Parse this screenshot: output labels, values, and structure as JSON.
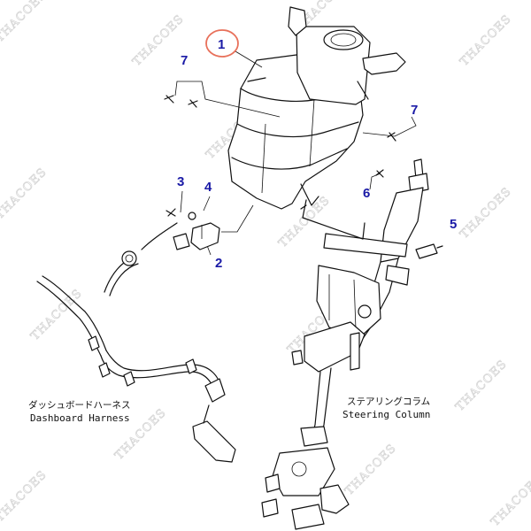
{
  "watermark": {
    "text": "THACOES"
  },
  "callouts": [
    {
      "label": "1",
      "highlighted": true
    },
    {
      "label": "7"
    },
    {
      "label": "7"
    },
    {
      "label": "3"
    },
    {
      "label": "4"
    },
    {
      "label": "6"
    },
    {
      "label": "5"
    },
    {
      "label": "2"
    }
  ],
  "captions": {
    "dashboard_harness_jp": "ダッシュボードハーネス",
    "dashboard_harness_en": "Dashboard Harness",
    "steering_column_jp": "ステアリングコラム",
    "steering_column_en": "Steering Column"
  },
  "colors": {
    "callout_text": "#1a1aa6",
    "highlight_circle": "#e8705a",
    "line": "#111111",
    "watermark": "#d8d8d8"
  }
}
